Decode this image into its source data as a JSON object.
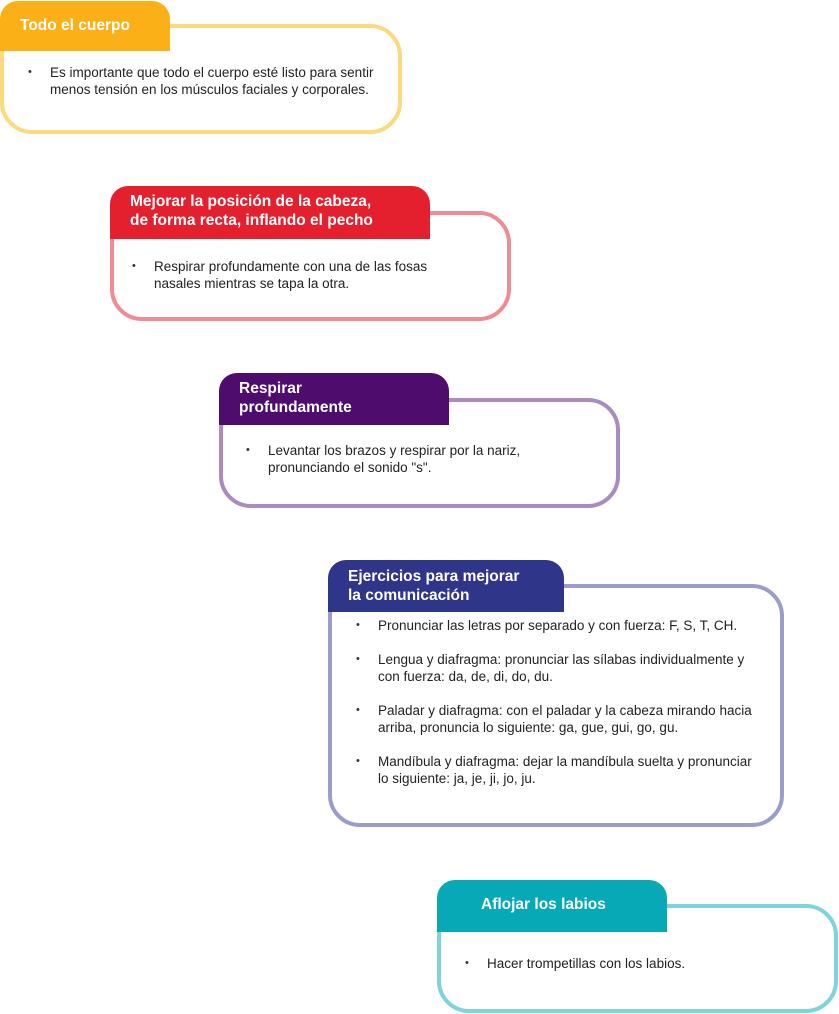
{
  "colors": {
    "step1": "#fbb017",
    "step1_border": "#fdd97e",
    "step2": "#e5202e",
    "step2_border": "#ef8b92",
    "step3": "#4e0d6c",
    "step3_border": "#a98bbe",
    "step4": "#2f3589",
    "step4_border": "#9a9dcb",
    "step5": "#08a9b6",
    "step5_border": "#7fd3da"
  },
  "steps": [
    {
      "title_lines": [
        "Todo el cuerpo"
      ],
      "items": [
        "Es importante que todo el cuerpo esté listo para sentir menos tensión en los músculos faciales y corporales."
      ]
    },
    {
      "title_lines": [
        "Mejorar la posición de la cabeza,",
        "de forma recta, inflando el pecho"
      ],
      "items": [
        "Respirar profundamente con una de las fosas nasales mientras se tapa la otra."
      ]
    },
    {
      "title_lines": [
        "Respirar",
        "profundamente"
      ],
      "items": [
        "Levantar los brazos y respirar por la nariz, pronunciando el sonido \"s\"."
      ]
    },
    {
      "title_lines": [
        "Ejercicios para mejorar",
        "la comunicación"
      ],
      "items": [
        "Pronunciar las letras por separado y con fuerza: F, S, T, CH.",
        "Lengua y diafragma: pronunciar las sílabas individualmente y con fuerza: da, de, di, do, du.",
        "Paladar y diafragma: con el paladar y la cabeza mirando hacia arriba, pronuncia lo siguiente: ga, gue, gui, go, gu.",
        "Mandíbula y diafragma: dejar la mandíbula suelta y pronunciar lo siguiente: ja, je, ji, jo, ju."
      ]
    },
    {
      "title_lines": [
        "Aflojar los labios"
      ],
      "items": [
        "Hacer trompetillas con los labios."
      ]
    }
  ]
}
